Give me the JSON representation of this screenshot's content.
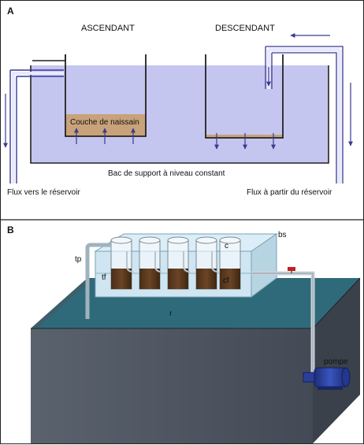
{
  "panel_a": {
    "letter": "A",
    "upflow_label": "ASCENDANT",
    "downflow_label": "DESCENDANT",
    "seed_layer_label": "Couche de naissain",
    "tank_label": "Bac de support à niveau constant",
    "flow_out_label": "Flux vers le réservoir",
    "flow_in_label": "Flux à partir du réservoir"
  },
  "panel_b": {
    "letter": "B",
    "label_tp": "tp",
    "label_bs": "bs",
    "label_c": "c",
    "label_tf": "tf",
    "label_cf": "cf",
    "label_r": "r",
    "label_pompe": "pompe"
  },
  "colors": {
    "water_light": "#c5c6ef",
    "seed_layer": "#c8a27a",
    "arrow": "#3a3a90",
    "tank_side": "#4e5560",
    "tank_top_water": "#2f6a7a",
    "upper_box": "#cfe5f1",
    "pump": "#2a3f9a"
  }
}
